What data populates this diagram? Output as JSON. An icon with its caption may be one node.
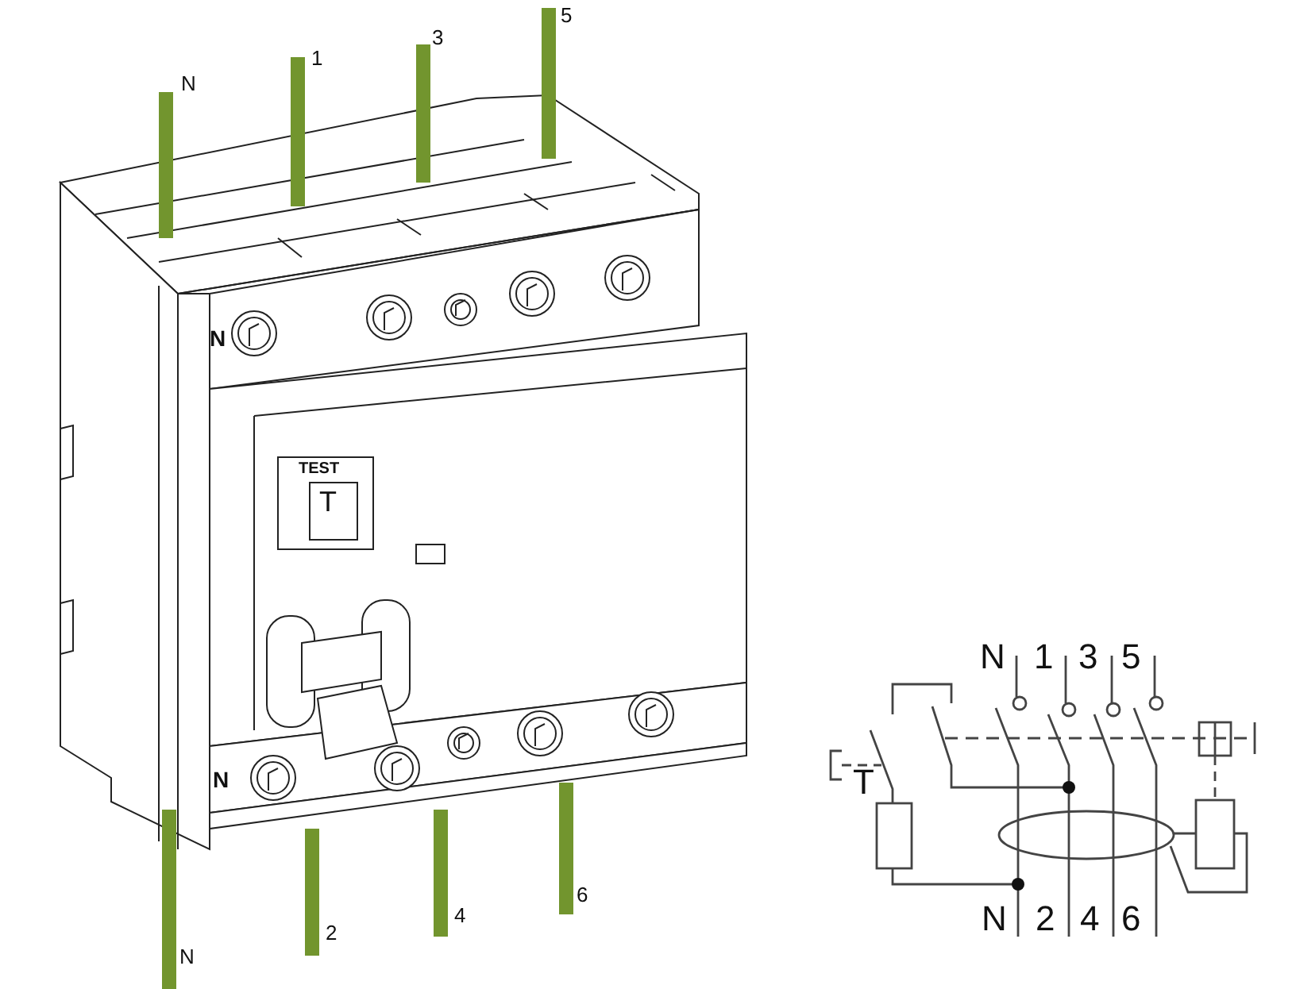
{
  "diagram": {
    "labels": [
      "N",
      "1",
      "3",
      "5",
      "N",
      "TEST",
      "T",
      "N",
      "N",
      "2",
      "4",
      "6",
      "N",
      "1",
      "3",
      "5",
      "T",
      "N",
      "2",
      "4",
      "6"
    ]
  }
}
